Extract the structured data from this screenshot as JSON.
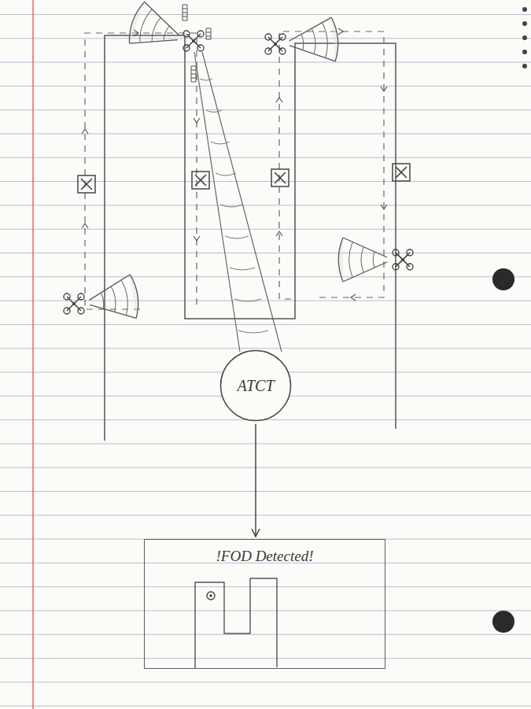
{
  "diagram": {
    "nodes": [
      {
        "text": [
          "ATCT"
        ]
      },
      {
        "text": [
          "!FOD Detected!"
        ]
      }
    ],
    "edges": [
      {
        "from": 0,
        "to": 1,
        "arrow": "to"
      }
    ]
  }
}
